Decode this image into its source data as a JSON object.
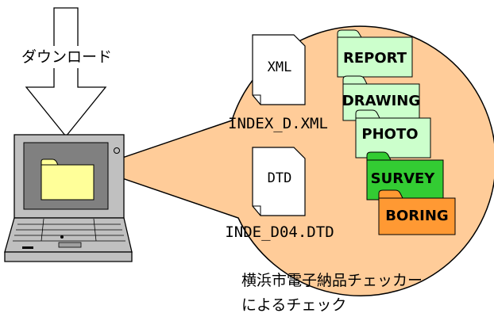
{
  "download_label": "ダウンロード",
  "files": {
    "xml": {
      "icon_text": "XML",
      "name": "INDEX_D.XML"
    },
    "dtd": {
      "icon_text": "DTD",
      "name": "INDE_D04.DTD"
    }
  },
  "folders": [
    {
      "label": "REPORT",
      "color": "#ccffcc"
    },
    {
      "label": "DRAWING",
      "color": "#ccffcc"
    },
    {
      "label": "PHOTO",
      "color": "#ccffcc"
    },
    {
      "label": "SURVEY",
      "color": "#33cc33"
    },
    {
      "label": "BORING",
      "color": "#ff9933"
    }
  ],
  "checker_caption": {
    "line1": "横浜市電子納品チェッカー",
    "line2": "によるチェック"
  },
  "colors": {
    "callout_fill": "#ffcc99",
    "laptop_folder": "#ffff99",
    "laptop_screen": "#808080",
    "laptop_body": "#c0c0c0"
  }
}
